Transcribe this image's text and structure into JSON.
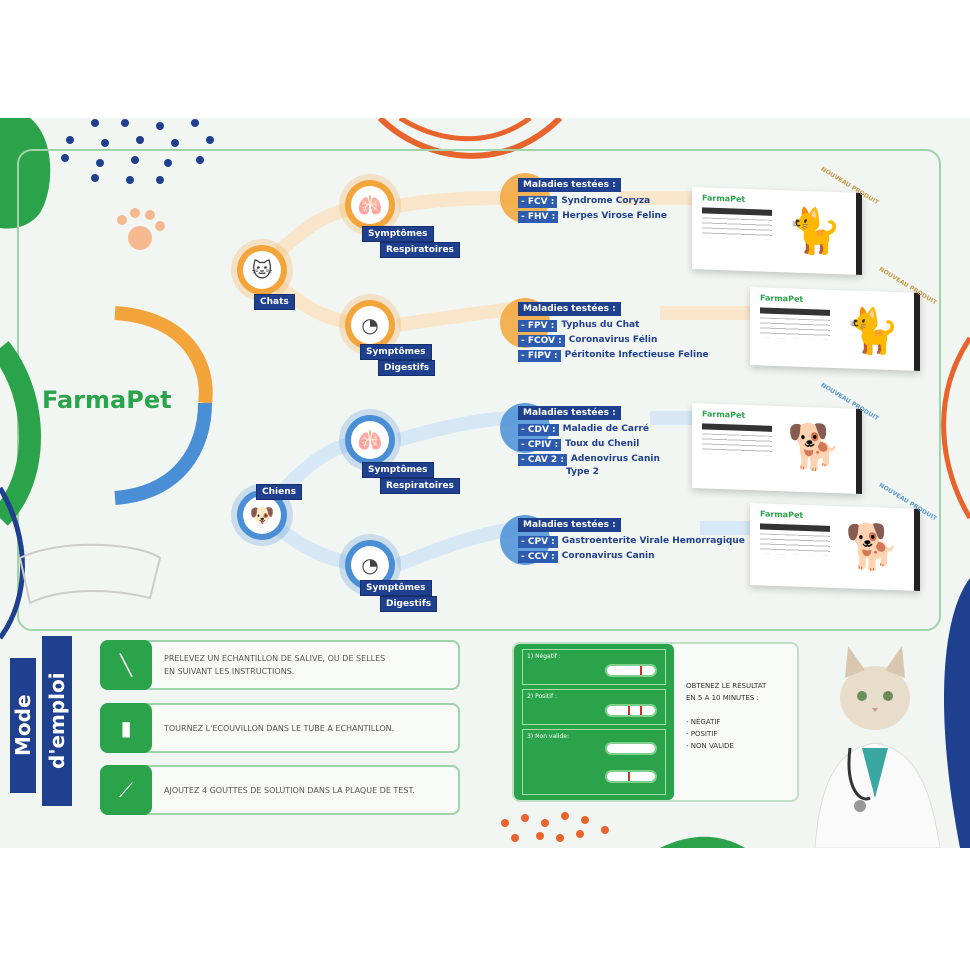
{
  "brand": {
    "logo": "FarmaPet",
    "colors": {
      "green": "#2aa34a",
      "navy": "#1f3f8f",
      "orange": "#f3a43a",
      "blue": "#4a8fd6"
    }
  },
  "tree": {
    "cats": {
      "label": "Chats",
      "resp": {
        "l1": "Symptômes",
        "l2": "Respiratoires"
      },
      "dig": {
        "l1": "Symptômes",
        "l2": "Digestifs"
      }
    },
    "dogs": {
      "label": "Chiens",
      "resp": {
        "l1": "Symptômes",
        "l2": "Respiratoires"
      },
      "dig": {
        "l1": "Symptômes",
        "l2": "Digestifs"
      }
    }
  },
  "diseases": [
    {
      "header": "Maladies testées :",
      "items": [
        {
          "code": "- FCV :",
          "name": "Syndrome Coryza"
        },
        {
          "code": "- FHV :",
          "name": "Herpes Virose Feline"
        }
      ]
    },
    {
      "header": "Maladies testées :",
      "items": [
        {
          "code": "- FPV :",
          "name": "Typhus du Chat"
        },
        {
          "code": "- FCOV :",
          "name": "Coronavirus Félin"
        },
        {
          "code": "- FIPV :",
          "name": "Péritonite Infectieuse Feline"
        }
      ]
    },
    {
      "header": "Maladies testées :",
      "items": [
        {
          "code": "- CDV :",
          "name": "Maladie de Carré"
        },
        {
          "code": "- CPIV :",
          "name": "Toux du Chenil"
        },
        {
          "code": "- CAV 2 :",
          "name": "Adenovirus Canin",
          "extra": "Type 2"
        }
      ]
    },
    {
      "header": "Maladies testées :",
      "items": [
        {
          "code": "- CPV :",
          "name": "Gastroenterite Virale Hemorragique"
        },
        {
          "code": "- CCV :",
          "name": "Coronavirus Canin"
        }
      ]
    }
  ],
  "products": {
    "brand": "FarmaPet",
    "badge": "NOUVEAU PRODUIT"
  },
  "mode": {
    "l1": "Mode",
    "l2": "d'emploi"
  },
  "steps": [
    {
      "icon": "swab-icon",
      "text": "PRELEVEZ UN ECHANTILLON DE SALIVE, OU DE SELLES\nEN SUIVANT LES INSTRUCTIONS."
    },
    {
      "icon": "tube-icon",
      "text": "TOURNEZ L'ECOUVILLON DANS LE TUBE A ECHANTILLON."
    },
    {
      "icon": "dropper-icon",
      "text": "AJOUTEZ 4 GOUTTES DE SOLUTION DANS LA PLAQUE DE TEST."
    }
  ],
  "results": {
    "cases": [
      {
        "label": "1) Négatif :"
      },
      {
        "label": "2) Positif :"
      },
      {
        "label": "3) Non valide:"
      }
    ],
    "text": "OBTENEZ LE RÉSULTAT\nEN 5 A 10 MINUTES :\n\n- NÉGATIF\n- POSITIF\n- NON VALIDE"
  }
}
